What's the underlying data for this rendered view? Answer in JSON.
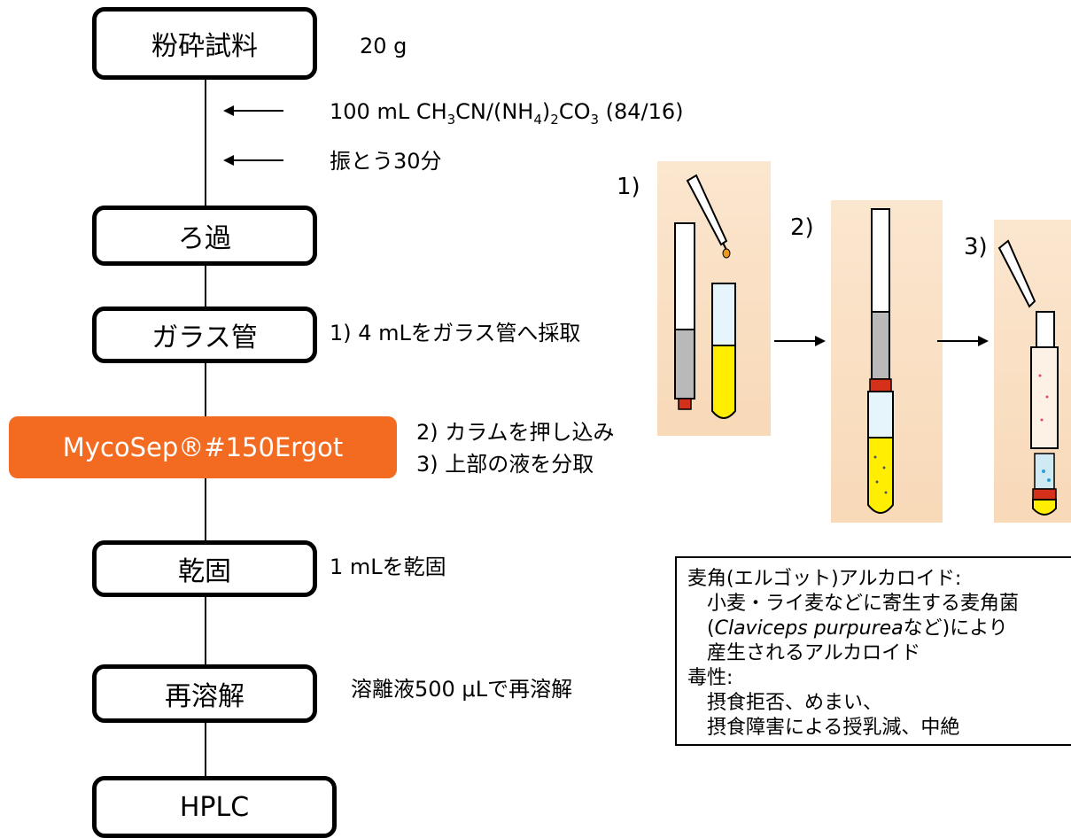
{
  "flow": {
    "step1": "粉砕試料",
    "step2": "ろ過",
    "step3": "ガラス管",
    "step4": "MycoSep®#150Ergot",
    "step5": "乾固",
    "step6": "再溶解",
    "step7": "HPLC"
  },
  "notes": {
    "sample_amount": "20 g",
    "solvent_prefix": "100 mL CH",
    "solvent_sub1": "3",
    "solvent_mid1": "CN/(NH",
    "solvent_sub2": "4",
    "solvent_mid2": ")",
    "solvent_sub3": "2",
    "solvent_mid3": "CO",
    "solvent_sub4": "3",
    "solvent_suffix": " (84/16)",
    "shake": "振とう30分",
    "transfer": "1) 4 mLをガラス管へ採取",
    "push_column": "2) カラムを押し込み",
    "collect_upper": "3) 上部の液を分取",
    "dry": "1 mLを乾固",
    "redissolve": "溶離液500 μLで再溶解"
  },
  "illustration": {
    "label1": "1)",
    "label2": "2)",
    "label3": "3)"
  },
  "info": {
    "line1": "麦角(エルゴット)アルカロイド:",
    "line2": "小麦・ライ麦などに寄生する麦角菌",
    "line3_open": "(",
    "line3_italic": "Claviceps purpurea",
    "line3_rest": "など)により",
    "line4": "産生されるアルカロイド",
    "line5": "毒性:",
    "line6": "摂食拒否、めまい、",
    "line7": "摂食障害による授乳減、中絶"
  },
  "colors": {
    "orange": "#f26b21",
    "yellow": "#ffee00",
    "red": "#d4301a",
    "panel": "#fbe2c6"
  }
}
